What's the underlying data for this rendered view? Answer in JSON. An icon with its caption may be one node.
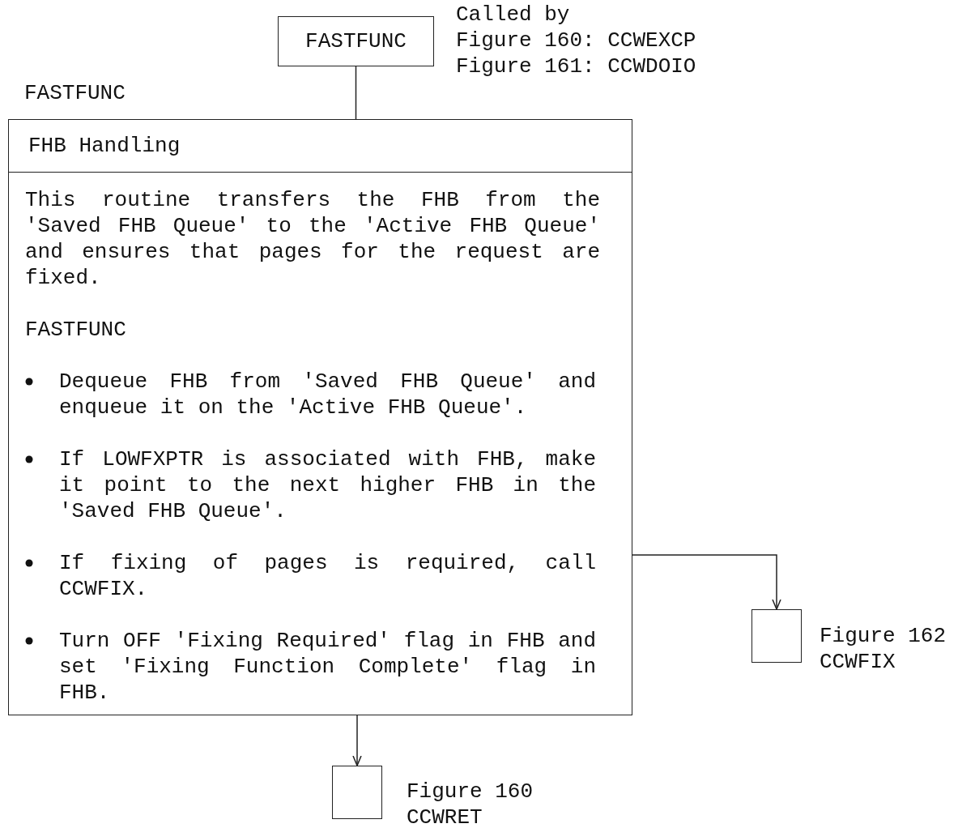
{
  "diagram": {
    "nodes": [
      {
        "text": [
          "FASTFUNC"
        ],
        "beside": [
          "Called by",
          "Figure 160: CCWEXCP",
          "Figure 161: CCWDOIO"
        ]
      },
      {
        "text": [
          "FHB Handling",
          "This routine transfers the FHB from the 'Saved FHB Queue' to the 'Active FHB Queue' and ensures that pages for the request are fixed.",
          "FASTFUNC",
          "Dequeue FHB from 'Saved FHB Queue' and enqueue it on the 'Active FHB Queue'.",
          "If LOWFXPTR is associated with FHB, make it point to the next higher FHB in the 'Saved FHB Queue'.",
          "If fixing of pages is required, call CCWFIX.",
          "Turn OFF 'Fixing Required' flag in FHB and set 'Fixing Function Complete' flag in FHB."
        ]
      },
      {
        "text": [],
        "shape": "box",
        "beside": [
          "Figure 162",
          "CCWFIX"
        ]
      },
      {
        "text": [],
        "shape": "box",
        "beside": [
          "Figure 160",
          "CCWRET"
        ]
      }
    ],
    "edges": [
      {
        "from": 0,
        "to": 1,
        "arrow": "none"
      },
      {
        "from": 1,
        "to": 2,
        "arrow": "to"
      },
      {
        "from": 1,
        "to": 3,
        "arrow": "to"
      }
    ],
    "labels": [
      "FASTFUNC"
    ]
  }
}
